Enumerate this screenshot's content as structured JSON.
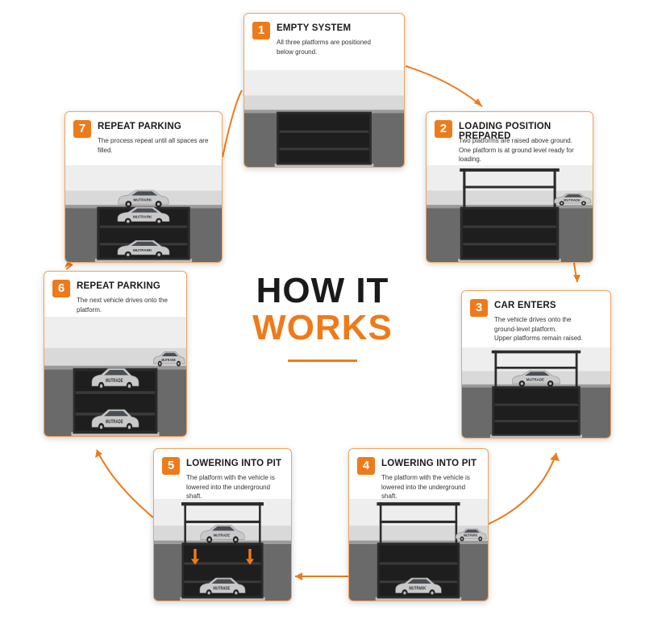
{
  "header": {
    "title_line1": "HOW IT",
    "title_line2": "WORKS"
  },
  "colors": {
    "accent": "#ef7a1a",
    "card_border": "#f0a35c",
    "structure": "#2b2b2b",
    "wall": "#6a6a6a",
    "car": "#c9c9c9"
  },
  "steps": [
    {
      "number": "1",
      "title": "EMPTY SYSTEM",
      "description": "All three platforms are positioned\nbelow ground.",
      "scene": {
        "cars_below": 0,
        "cars_above": 0,
        "frame_above": false,
        "car_outside": false,
        "lowering": false
      }
    },
    {
      "number": "2",
      "title": "LOADING POSITION PREPARED",
      "description": "Two platforms are raised above ground.\nOne platform is at ground level ready for loading.",
      "scene": {
        "cars_below": 0,
        "cars_above": 0,
        "frame_above": true,
        "car_outside": true,
        "brand": "MUTRADE",
        "lowering": false
      }
    },
    {
      "number": "3",
      "title": "CAR ENTERS",
      "description": "The vehicle drives onto the\nground-level platform.\nUpper platforms remain raised.",
      "scene": {
        "cars_below": 0,
        "cars_above": 1,
        "frame_above": true,
        "car_outside": false,
        "brand": "MUTRADE",
        "lowering": false
      }
    },
    {
      "number": "4",
      "title": "LOWERING INTO PIT",
      "description": "The platform with the vehicle is\nlowered into the underground shaft.",
      "scene": {
        "cars_below": 1,
        "cars_above": 0,
        "frame_above": true,
        "car_outside": true,
        "brand": "MUTPARK",
        "lowering": false
      }
    },
    {
      "number": "5",
      "title": "LOWERING INTO PIT",
      "description": "The platform with the vehicle is\nlowered into the underground shaft.",
      "scene": {
        "cars_below": 1,
        "cars_above": 1,
        "frame_above": true,
        "car_outside": false,
        "brand": "MUTRADE",
        "lowering": true
      }
    },
    {
      "number": "6",
      "title": "REPEAT PARKING",
      "description": "The next vehicle drives onto the platform.",
      "scene": {
        "cars_below": 2,
        "cars_above": 0,
        "frame_above": false,
        "car_outside": true,
        "brand": "MUTRADE",
        "lowering": false
      }
    },
    {
      "number": "7",
      "title": "REPEAT PARKING",
      "description": "The process repeat until all spaces are filled.",
      "scene": {
        "cars_below": 2,
        "cars_above": 1,
        "frame_above": false,
        "car_outside": false,
        "brand": "MUTPARK",
        "lowering": false
      }
    }
  ]
}
